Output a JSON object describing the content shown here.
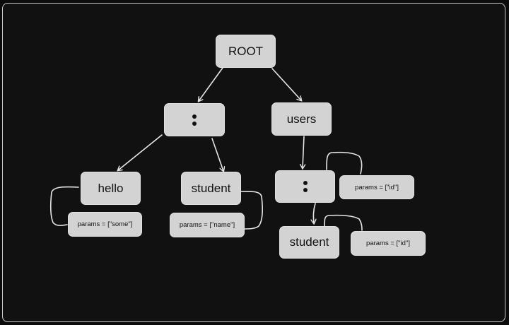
{
  "diagram": {
    "title": "Route tree",
    "colors": {
      "background": "#111111",
      "node_fill": "#d3d3d3",
      "edge": "#e6e6e6",
      "text": "#111111"
    },
    "nodes": {
      "root": {
        "label": "ROOT"
      },
      "colon_1": {
        "label": ":",
        "icon": "colon-icon"
      },
      "users": {
        "label": "users"
      },
      "hello": {
        "label": "hello"
      },
      "hello_params": {
        "label": "params = [\"some\"]"
      },
      "student_1": {
        "label": "student"
      },
      "student_1_params": {
        "label": "params = [\"name\"]"
      },
      "colon_2": {
        "label": ":",
        "icon": "colon-icon"
      },
      "colon_2_params": {
        "label": "params = [\"id\"]"
      },
      "student_2": {
        "label": "student"
      },
      "student_2_params": {
        "label": "params = [\"id\"]"
      }
    },
    "edges": [
      {
        "from": "root",
        "to": "colon_1",
        "arrow": true
      },
      {
        "from": "root",
        "to": "users",
        "arrow": true
      },
      {
        "from": "colon_1",
        "to": "hello",
        "arrow": true
      },
      {
        "from": "colon_1",
        "to": "student_1",
        "arrow": true
      },
      {
        "from": "users",
        "to": "colon_2",
        "arrow": true
      },
      {
        "from": "colon_2",
        "to": "student_2",
        "arrow": true
      },
      {
        "from": "hello",
        "to": "hello_params",
        "arrow": false
      },
      {
        "from": "student_1",
        "to": "student_1_params",
        "arrow": false
      },
      {
        "from": "colon_2",
        "to": "colon_2_params",
        "arrow": false
      },
      {
        "from": "student_2",
        "to": "student_2_params",
        "arrow": false
      }
    ]
  }
}
